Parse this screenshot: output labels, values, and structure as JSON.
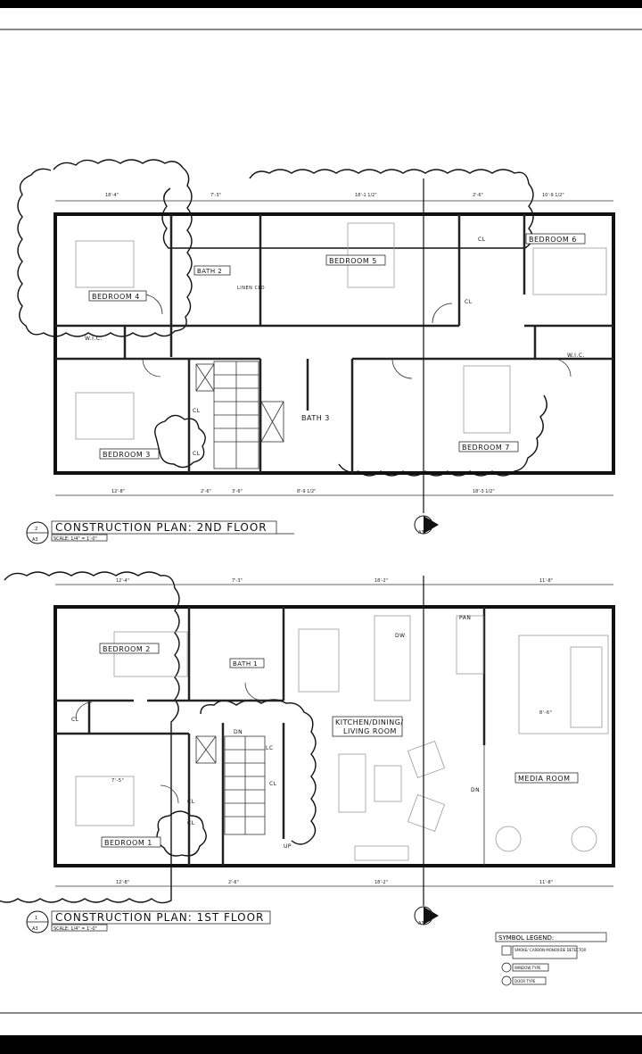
{
  "plans": [
    {
      "title": "CONSTRUCTION PLAN: 2ND FLOOR",
      "scale": "SCALE: 1/4\" = 1'-0\"",
      "detail_number": "2",
      "sheet": "A3",
      "top_dims": [
        "18'-4\"",
        "7'-3\"",
        "18'-1 1/2\"",
        "2'-6\"",
        "10'-9 1/2\""
      ],
      "bottom_dims": [
        "12'-8\"",
        "2'-6\"",
        "3'-6\"",
        "8'-9 1/2\"",
        "18'-3 1/2\""
      ],
      "rooms": [
        "BEDROOM 4",
        "BATH 2",
        "LINEN CLO",
        "BEDROOM 5",
        "BEDROOM 6",
        "W.I.C.",
        "W.I.C.",
        "BEDROOM 3",
        "CL",
        "CL",
        "BATH 3",
        "BEDROOM 7",
        "CL",
        "CL"
      ]
    },
    {
      "title": "CONSTRUCTION PLAN: 1ST FLOOR",
      "scale": "SCALE: 1/4\" = 1'-0\"",
      "detail_number": "1",
      "sheet": "A3",
      "top_dims": [
        "12'-4\"",
        "7'-3\"",
        "18'-2\"",
        "11'-8\""
      ],
      "bottom_dims": [
        "12'-8\"",
        "2'-6\"",
        "18'-2\"",
        "11'-8\""
      ],
      "rooms": [
        "BEDROOM 2",
        "BATH 1",
        "CL",
        "BEDROOM 1",
        "CL",
        "CL",
        "DN",
        "LC",
        "CL",
        "UP",
        "KITCHEN/DINING/",
        "LIVING ROOM",
        "DW",
        "PAN",
        "MEDIA ROOM",
        "DN"
      ],
      "elevations": [
        "8'-6\"",
        "7'-5\""
      ]
    }
  ],
  "legend": {
    "title": "SYMBOL LEGEND:",
    "items": [
      "SMOKE/ CARBON MONOXIDE DETECTOR",
      "WINDOW TYPE",
      "DOOR TYPE"
    ]
  }
}
